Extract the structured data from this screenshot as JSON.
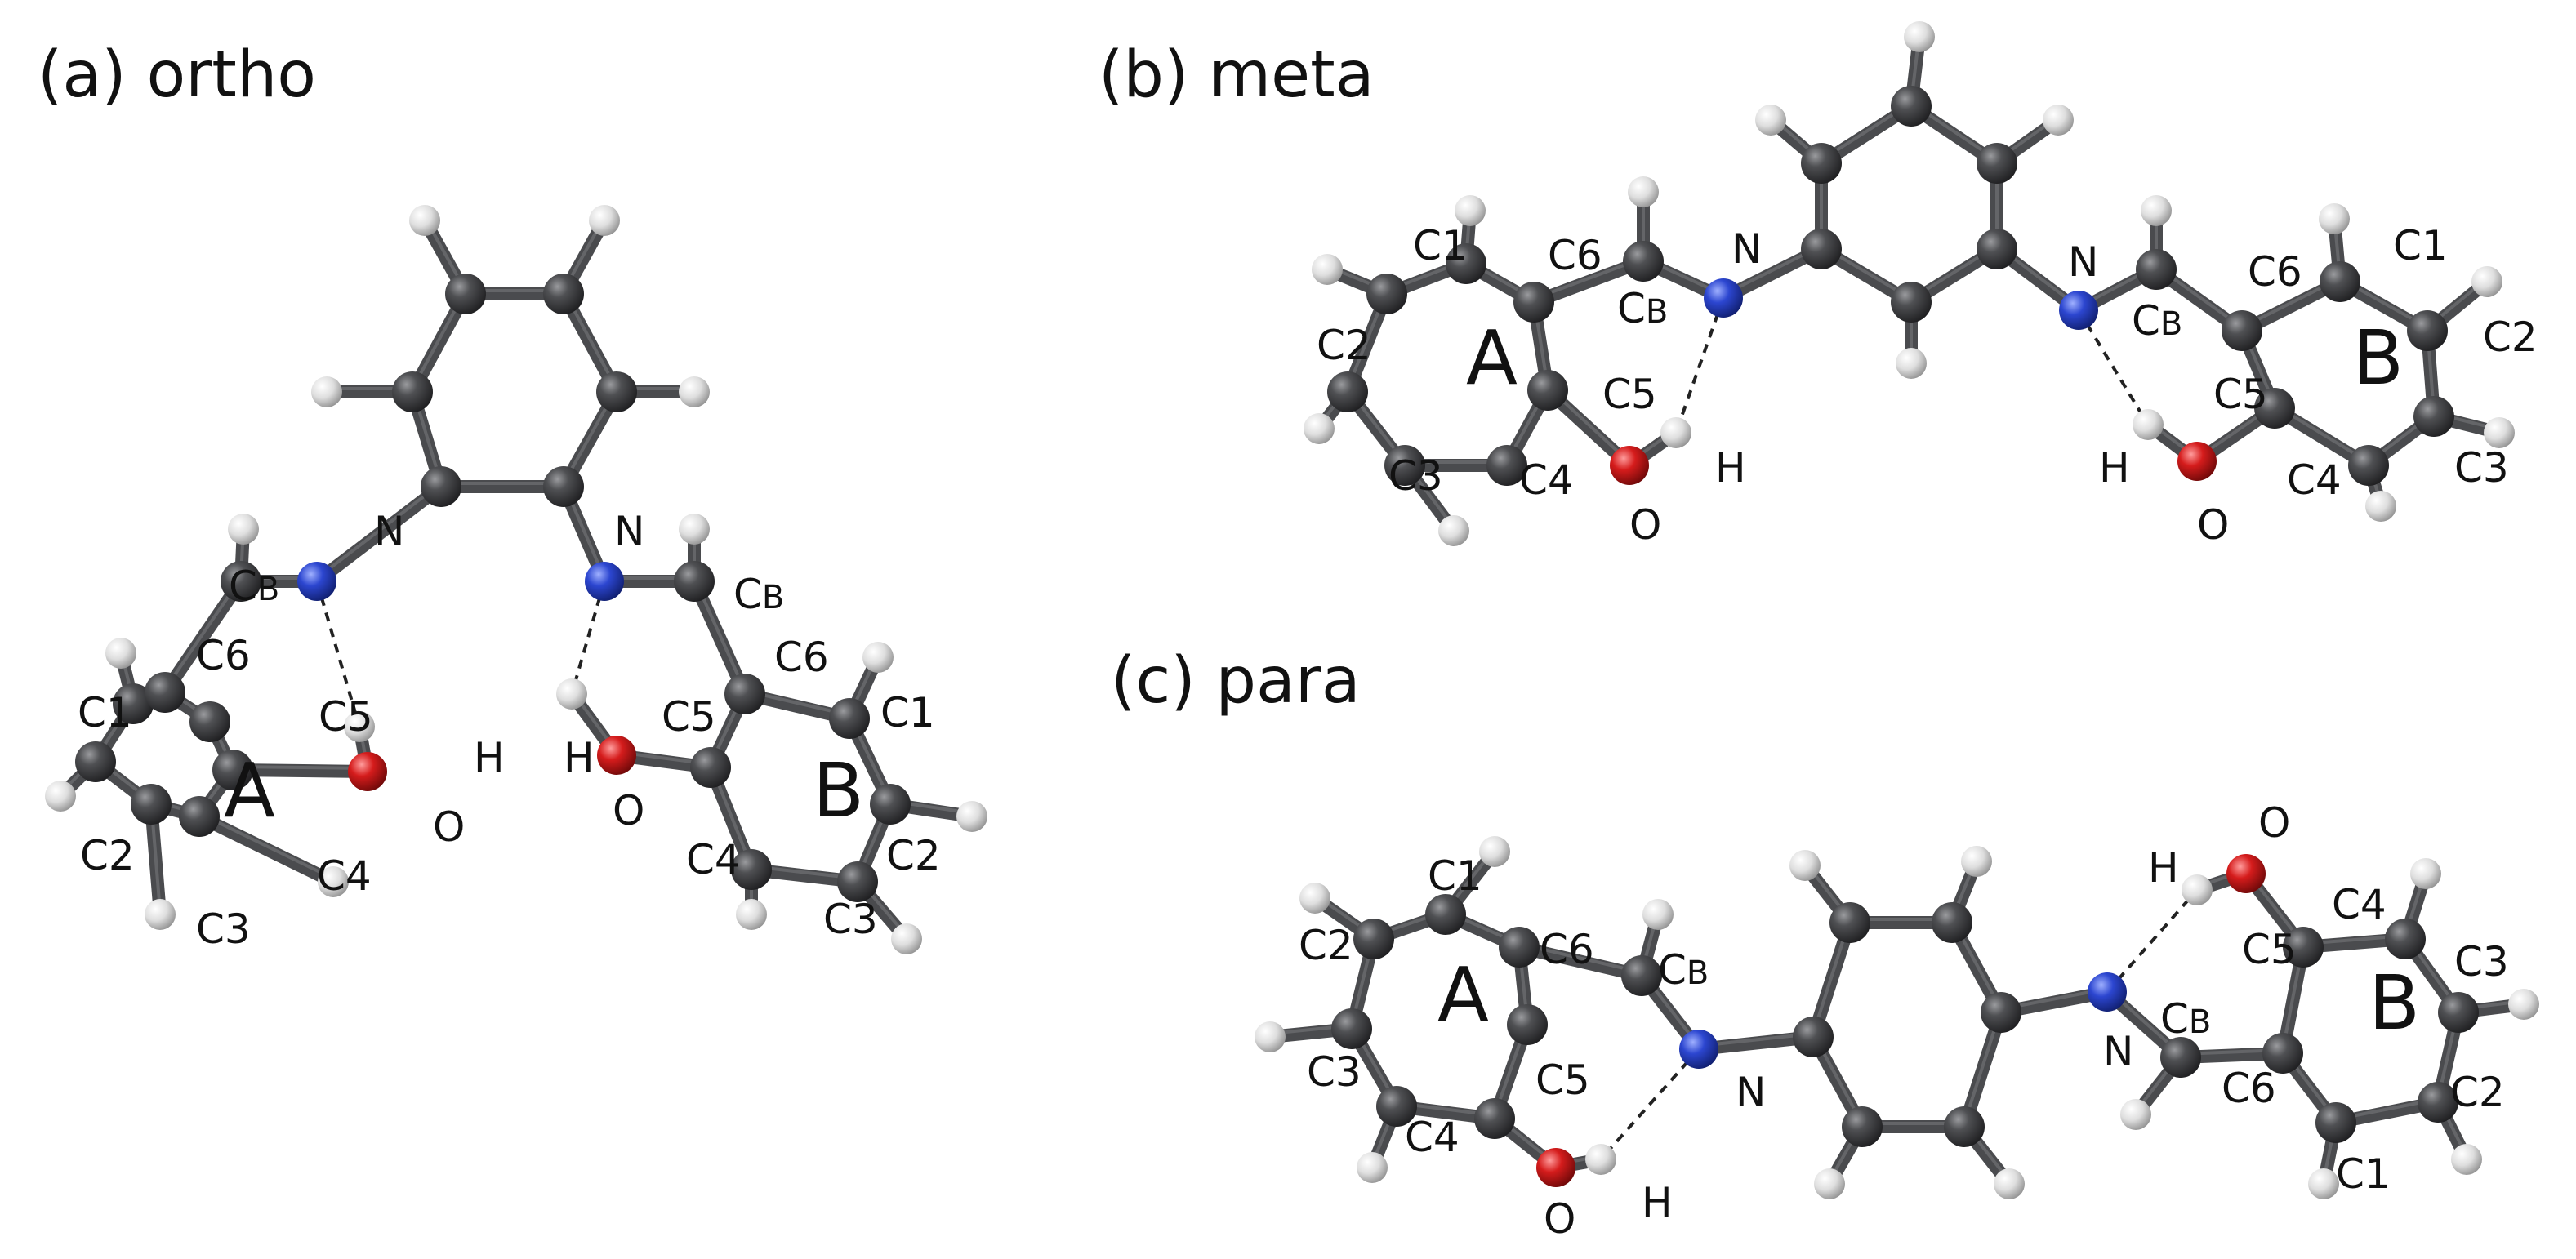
{
  "panels": [
    {
      "key": "ortho",
      "title": "(a) ortho",
      "labels": {
        "N_left": "N",
        "N_right": "N",
        "H_left": "H",
        "H_right": "H",
        "O_left": "O",
        "O_right": "O",
        "Cb_left_main": "C",
        "Cb_left_sub": "B",
        "Cb_right_main": "C",
        "Cb_right_sub": "B",
        "A": "A",
        "B": "B",
        "A_C1": "C1",
        "A_C2": "C2",
        "A_C3": "C3",
        "A_C4": "C4",
        "A_C5": "C5",
        "A_C6": "C6",
        "B_C1": "C1",
        "B_C2": "C2",
        "B_C3": "C3",
        "B_C4": "C4",
        "B_C5": "C5",
        "B_C6": "C6"
      }
    },
    {
      "key": "meta",
      "title": "(b) meta",
      "labels": {
        "N_left": "N",
        "N_right": "N",
        "H_left": "H",
        "H_right": "H",
        "O_left": "O",
        "O_right": "O",
        "Cb_left_main": "C",
        "Cb_left_sub": "B",
        "Cb_right_main": "C",
        "Cb_right_sub": "B",
        "A": "A",
        "B": "B",
        "A_C1": "C1",
        "A_C2": "C2",
        "A_C3": "C3",
        "A_C4": "C4",
        "A_C5": "C5",
        "A_C6": "C6",
        "B_C1": "C1",
        "B_C2": "C2",
        "B_C3": "C3",
        "B_C4": "C4",
        "B_C5": "C5",
        "B_C6": "C6"
      }
    },
    {
      "key": "para",
      "title": "(c) para",
      "labels": {
        "N_left": "N",
        "N_right": "N",
        "H_left": "H",
        "H_right": "H",
        "O_left": "O",
        "O_right": "O",
        "Cb_left_main": "C",
        "Cb_left_sub": "B",
        "Cb_right_main": "C",
        "Cb_right_sub": "B",
        "A": "A",
        "B": "B",
        "A_C1": "C1",
        "A_C2": "C2",
        "A_C3": "C3",
        "A_C4": "C4",
        "A_C5": "C5",
        "A_C6": "C6",
        "B_C1": "C1",
        "B_C2": "C2",
        "B_C3": "C3",
        "B_C4": "C4",
        "B_C5": "C5",
        "B_C6": "C6"
      }
    }
  ],
  "colors": {
    "carbon": "#3a3b3d",
    "bond": "#4a4b4e",
    "hydrogen": "#e8e8e8",
    "nitrogen": "#2b45c6",
    "oxygen": "#d11b1b",
    "hbond": "#222222"
  }
}
